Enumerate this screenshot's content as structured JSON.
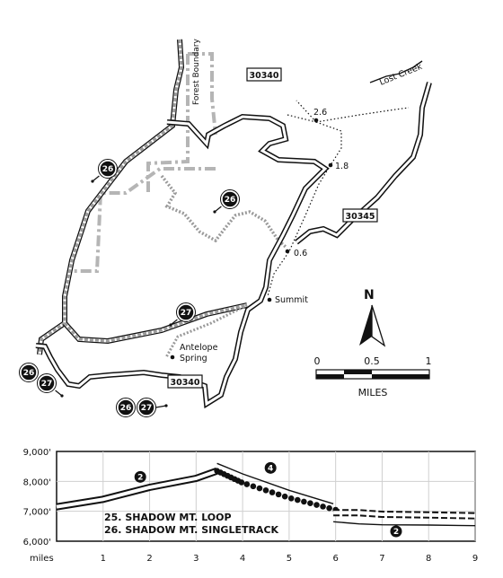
{
  "map": {
    "road_labels": [
      "30340",
      "30345",
      "30340"
    ],
    "water_label": "Lost Creek",
    "boundary_label": "Forest Boundary",
    "place_labels": [
      "Summit",
      "Antelope Spring"
    ],
    "mileage_labels": [
      "2.6",
      "1.8",
      "0.6"
    ],
    "route_markers": [
      "26",
      "26",
      "27",
      "26",
      "27",
      "26",
      "27"
    ],
    "north_label": "N",
    "scale": {
      "ticks": [
        "0",
        "0.5",
        "1"
      ],
      "unit": "MILES"
    },
    "colors": {
      "ink": "#111111",
      "trail_gray": "#9a9a9a",
      "boundary_gray": "#b5b5b5"
    }
  },
  "chart_data": {
    "type": "line",
    "title": "",
    "xlabel": "miles",
    "ylabel": "",
    "x_ticks": [
      "1",
      "2",
      "3",
      "4",
      "5",
      "6",
      "7",
      "8",
      "9"
    ],
    "y_ticks": [
      "6,000'",
      "7,000'",
      "8,000'",
      "9,000'"
    ],
    "xlim": [
      0,
      9
    ],
    "ylim": [
      6000,
      9000
    ],
    "legend": [
      "25. SHADOW MT. LOOP",
      "26. SHADOW MT. SINGLETRACK"
    ],
    "segment_markers": [
      "2",
      "4",
      "2"
    ],
    "series": [
      {
        "style": "double-solid",
        "x": [
          0,
          1,
          2,
          3,
          3.45
        ],
        "y": [
          7150,
          7400,
          7800,
          8100,
          8350
        ]
      },
      {
        "style": "dotted-heavy",
        "x": [
          3.45,
          4,
          5,
          6
        ],
        "y": [
          8350,
          7950,
          7450,
          7050
        ]
      },
      {
        "style": "thin-solid",
        "x": [
          3.45,
          4,
          5,
          5.95
        ],
        "y": [
          8600,
          8250,
          7700,
          7250
        ]
      },
      {
        "style": "double-dashed",
        "x": [
          5.95,
          6.5,
          7,
          8,
          9
        ],
        "y": [
          6950,
          6950,
          6900,
          6880,
          6850
        ]
      },
      {
        "style": "thin-solid",
        "x": [
          5.95,
          6.5,
          7,
          8,
          9
        ],
        "y": [
          6650,
          6580,
          6550,
          6540,
          6520
        ]
      }
    ]
  }
}
